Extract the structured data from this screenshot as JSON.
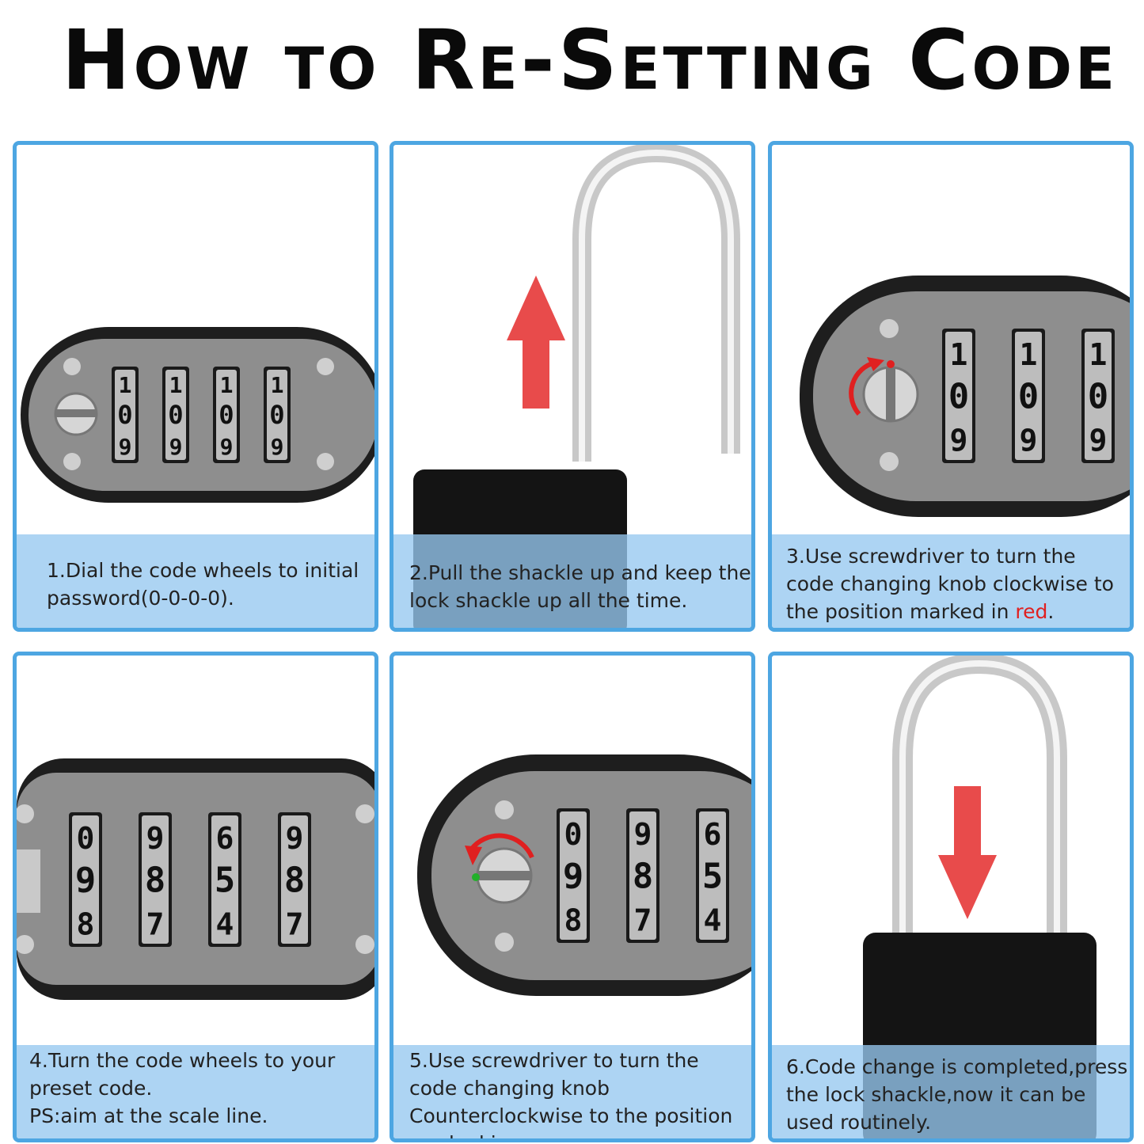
{
  "title": "How to Re-Setting Code",
  "steps": [
    {
      "lines": [
        "1.Dial the code wheels to initial",
        "password(0-0-0-0)."
      ]
    },
    {
      "lines": [
        "2.Pull the shackle up and keep the",
        "lock shackle up all the time."
      ]
    },
    {
      "lines_before": "3.Use screwdriver to turn the code changing knob clockwise to the position marked in ",
      "highlight": "red",
      "after": "."
    },
    {
      "lines": [
        "4.Turn the code wheels to your",
        "preset code.",
        "PS:aim at the scale line."
      ]
    },
    {
      "lines_before": "5.Use screwdriver to turn the code changing knob Counterclockwise to the position marked in ",
      "highlight": "green",
      "after": "."
    },
    {
      "lines": [
        "6.Code change is completed,press",
        "the lock shackle,now it can be",
        "used routinely."
      ]
    }
  ],
  "wheels": {
    "step1": [
      [
        "1",
        "0",
        "9"
      ],
      [
        "1",
        "0",
        "9"
      ],
      [
        "1",
        "0",
        "9"
      ],
      [
        "1",
        "0",
        "9"
      ]
    ],
    "step3": [
      [
        "1",
        "0",
        "9"
      ],
      [
        "1",
        "0",
        "9"
      ],
      [
        "1",
        "0",
        "9"
      ]
    ],
    "step4": [
      [
        "0",
        "9",
        "8"
      ],
      [
        "9",
        "8",
        "7"
      ],
      [
        "6",
        "5",
        "4"
      ],
      [
        "9",
        "8",
        "7"
      ]
    ],
    "step5": [
      [
        "0",
        "9",
        "8"
      ],
      [
        "9",
        "8",
        "7"
      ],
      [
        "6",
        "5",
        "4"
      ]
    ]
  },
  "colors": {
    "border": "#4da6e2",
    "arrow": "#e84b4b",
    "marker_red": "#e02020",
    "marker_green": "#22b02a"
  }
}
